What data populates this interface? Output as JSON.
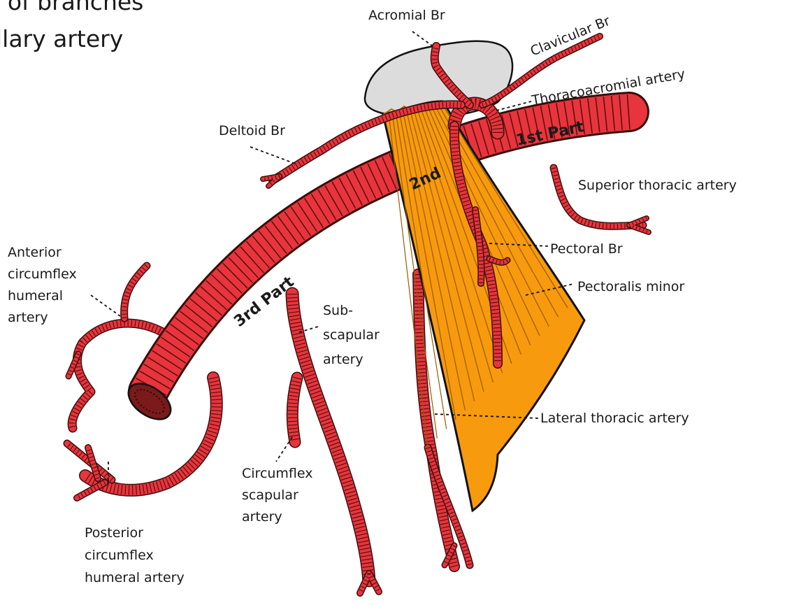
{
  "diagram": {
    "title_line1": "am of branches",
    "title_line2": "llary artery",
    "parts": {
      "first": "1st Part",
      "second": "2nd",
      "third": "3rd Part"
    },
    "labels": {
      "acromial": "Acromial Br",
      "clavicular": "Clavicular Br",
      "thoracoacromial": "Thoracoacromial artery",
      "deltoid": "Deltoid Br",
      "superior_thoracic": "Superior thoracic artery",
      "anterior_circumflex": [
        "Anterior",
        "circumflex",
        "humeral",
        "artery"
      ],
      "pectoral": "Pectoral Br",
      "pectoralis_minor": "Pectoralis minor",
      "subscapular": [
        "Sub-",
        "scapular",
        "artery"
      ],
      "lateral_thoracic": "Lateral thoracic artery",
      "circumflex_scapular": [
        "Circumflex",
        "scapular",
        "artery"
      ],
      "posterior_circumflex": [
        "Posterior",
        "circumflex",
        "humeral artery"
      ]
    },
    "colors": {
      "artery": "#e8353d",
      "artery_outline": "#3a0d0d",
      "muscle": "#f79a0d",
      "bone": "#dcdcdc"
    }
  }
}
